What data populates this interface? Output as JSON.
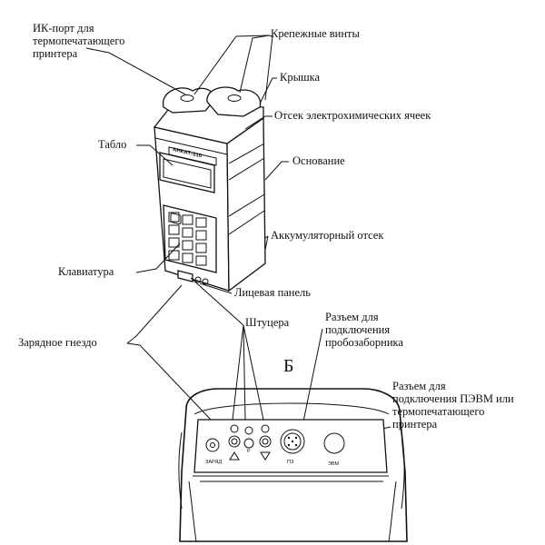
{
  "labels": {
    "ir_port": "ИК-порт для\nтермопечатающего\nпринтера",
    "mount_screws": "Крепежные винты",
    "cover": "Крышка",
    "electrochemical_cells": "Отсек электрохимических ячеек",
    "display": "Табло",
    "base": "Основание",
    "battery_compartment": "Аккумуляторный отсек",
    "keyboard": "Клавиатура",
    "front_panel": "Лицевая панель",
    "fittings": "Штуцера",
    "charging_socket": "Зарядное гнездо",
    "probe_connector": "Разъем для\nподключения\nпробозаборника",
    "view_b": "Б",
    "pc_connector": "Разъем для\nподключения ПЭВМ или\nтермопечатающего\nпринтера"
  },
  "device": {
    "model": "АНКАТ-310"
  },
  "panel_marks": {
    "charge": "ЗАРЯД",
    "p": "P",
    "pz": "ПЗ",
    "evm": "ЭВМ"
  }
}
